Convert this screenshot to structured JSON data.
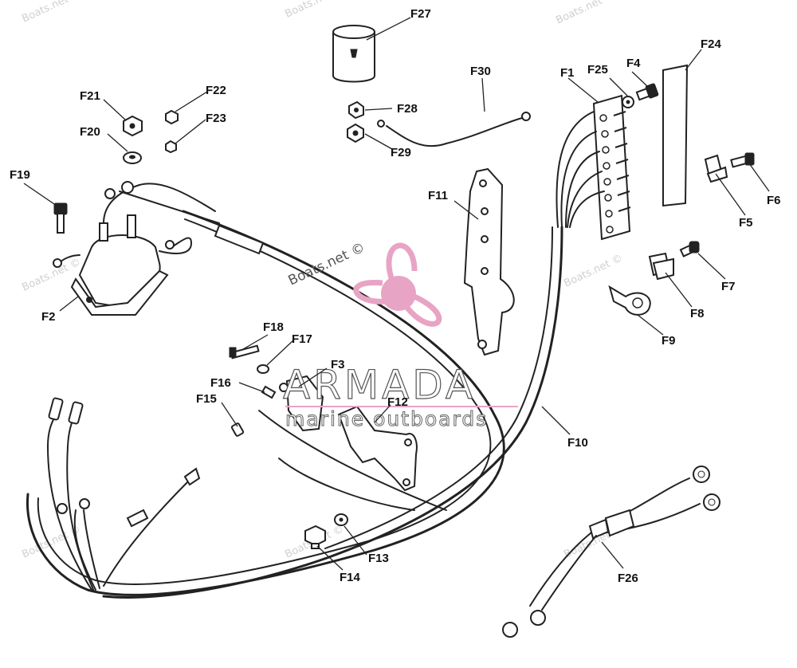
{
  "parts": [
    {
      "id": "f1",
      "label": "F1"
    },
    {
      "id": "f2",
      "label": "F2"
    },
    {
      "id": "f3",
      "label": "F3"
    },
    {
      "id": "f4",
      "label": "F4"
    },
    {
      "id": "f5",
      "label": "F5"
    },
    {
      "id": "f6",
      "label": "F6"
    },
    {
      "id": "f7",
      "label": "F7"
    },
    {
      "id": "f8",
      "label": "F8"
    },
    {
      "id": "f9",
      "label": "F9"
    },
    {
      "id": "f10",
      "label": "F10"
    },
    {
      "id": "f11",
      "label": "F11"
    },
    {
      "id": "f12",
      "label": "F12"
    },
    {
      "id": "f13",
      "label": "F13"
    },
    {
      "id": "f14",
      "label": "F14"
    },
    {
      "id": "f15",
      "label": "F15"
    },
    {
      "id": "f16",
      "label": "F16"
    },
    {
      "id": "f17",
      "label": "F17"
    },
    {
      "id": "f18",
      "label": "F18"
    },
    {
      "id": "f19",
      "label": "F19"
    },
    {
      "id": "f20",
      "label": "F20"
    },
    {
      "id": "f21",
      "label": "F21"
    },
    {
      "id": "f22",
      "label": "F22"
    },
    {
      "id": "f23",
      "label": "F23"
    },
    {
      "id": "f24",
      "label": "F24"
    },
    {
      "id": "f25",
      "label": "F25"
    },
    {
      "id": "f26",
      "label": "F26"
    },
    {
      "id": "f27",
      "label": "F27"
    },
    {
      "id": "f28",
      "label": "F28"
    },
    {
      "id": "f29",
      "label": "F29"
    },
    {
      "id": "f30",
      "label": "F30"
    }
  ],
  "watermark": {
    "site": "Boats.net ©",
    "brand": "ARMADA",
    "tagline": "marine outboards",
    "logo_color": "#e8a4c4"
  }
}
